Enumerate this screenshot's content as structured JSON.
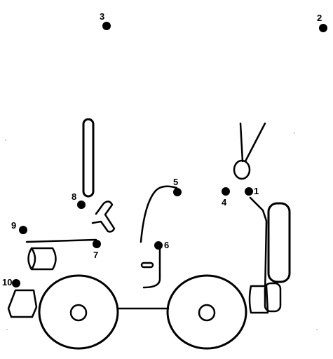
{
  "dots": [
    {
      "label": "1"
    },
    {
      "label": "2"
    },
    {
      "label": "3"
    },
    {
      "label": "4"
    },
    {
      "label": "5"
    },
    {
      "label": "6"
    },
    {
      "label": "7"
    },
    {
      "label": "8"
    },
    {
      "label": "9"
    },
    {
      "label": "10"
    }
  ]
}
